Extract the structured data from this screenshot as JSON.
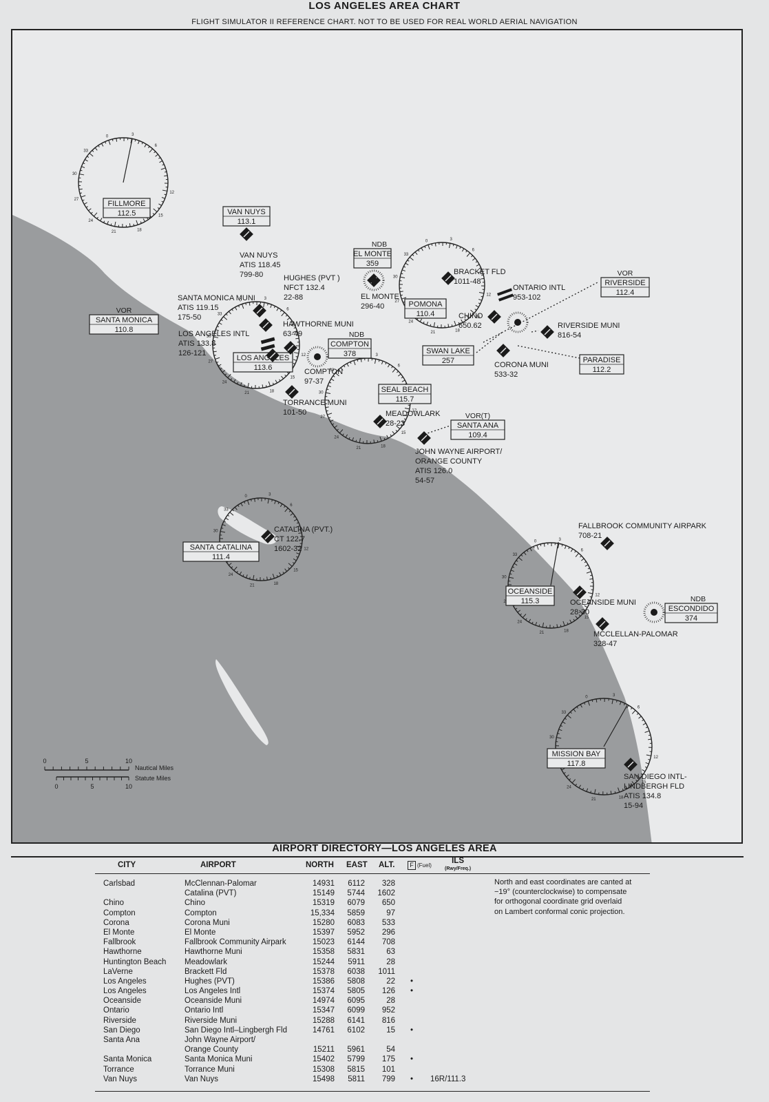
{
  "header": {
    "title": "LOS ANGELES AREA CHART",
    "subtitle": "FLIGHT SIMULATOR II REFERENCE CHART.  NOT TO BE USED FOR REAL WORLD AERIAL NAVIGATION"
  },
  "compass_tick_labels": [
    "33",
    "0",
    "3",
    "6",
    "12",
    "15",
    "18",
    "21",
    "24",
    "27",
    "30"
  ],
  "vor": {
    "fillmore": {
      "name": "FILLMORE",
      "freq": "112.5"
    },
    "van_nuys": {
      "name": "VAN NUYS",
      "freq": "113.1"
    },
    "santa_monica": {
      "tag": "VOR",
      "name": "SANTA MONICA",
      "freq": "110.8"
    },
    "los_angeles": {
      "name": "LOS ANGELES",
      "freq": "113.6"
    },
    "pomona": {
      "name": "POMONA",
      "freq": "110.4"
    },
    "riverside": {
      "tag": "VOR",
      "name": "RIVERSIDE",
      "freq": "112.4"
    },
    "paradise": {
      "name": "PARADISE",
      "freq": "112.2"
    },
    "swan_lake": {
      "name": "SWAN LAKE",
      "freq": "257"
    },
    "seal_beach": {
      "name": "SEAL BEACH",
      "freq": "115.7"
    },
    "santa_ana": {
      "tag": "VOR(T)",
      "name": "SANTA ANA",
      "freq": "109.4"
    },
    "santa_catalina": {
      "name": "SANTA CATALINA",
      "freq": "111.4"
    },
    "oceanside": {
      "name": "OCEANSIDE",
      "freq": "115.3"
    },
    "mission_bay": {
      "name": "MISSION BAY",
      "freq": "117.8"
    }
  },
  "ndb": {
    "el_monte": {
      "tag": "NDB",
      "name": "EL MONTE",
      "freq": "359"
    },
    "compton": {
      "tag": "NDB",
      "name": "COMPTON",
      "freq": "378"
    },
    "escondido": {
      "tag": "NDB",
      "name": "ESCONDIDO",
      "freq": "374"
    }
  },
  "airports": {
    "van_nuys": [
      "VAN NUYS",
      "ATIS 118.45",
      "799-80"
    ],
    "hughes": [
      "HUGHES (PVT )",
      "NFCT 132.4",
      "22-88"
    ],
    "santa_monica": [
      "SANTA MONICA MUNI",
      "ATIS 119.15",
      "175-50"
    ],
    "los_angeles": [
      "LOS ANGELES INTL",
      "ATIS 133.8",
      "126-121"
    ],
    "hawthorne": [
      "HAWTHORNE MUNI",
      "63-49"
    ],
    "compton": [
      "COMPTON",
      "97-37"
    ],
    "torrance": [
      "TORRANCE MUNI",
      "101-50"
    ],
    "el_monte": [
      "EL MONTE",
      "296-40"
    ],
    "bracket": [
      "BRACKET FLD",
      "1011-48"
    ],
    "ontario": [
      "ONTARIO INTL",
      "953-102"
    ],
    "chino": [
      "CHINO",
      "650.62"
    ],
    "riverside": [
      "RIVERSIDE MUNI",
      "816-54"
    ],
    "corona": [
      "CORONA MUNI",
      "533-32"
    ],
    "meadowlark": [
      "MEADOWLARK",
      "28-23"
    ],
    "john_wayne": [
      "JOHN WAYNE AIRPORT/",
      "ORANGE COUNTY",
      "ATIS 126.0",
      "54-57"
    ],
    "catalina": [
      "CATALINA (PVT.)",
      "CT 122.7",
      "1602-32"
    ],
    "fallbrook": [
      "FALLBROOK COMMUNITY AIRPARK",
      "708-21"
    ],
    "oceanside": [
      "OCEANSIDE MUNI",
      "28-30"
    ],
    "mcclellan": [
      "MCCLELLAN-PALOMAR",
      "328-47"
    ],
    "san_diego": [
      "SAN DIEGO INTL-",
      "LINDBERGH FLD",
      "ATIS 134.8",
      "15-94"
    ]
  },
  "scale": {
    "top_ticks": [
      "0",
      "5",
      "10"
    ],
    "bottom_ticks": [
      "0",
      "5",
      "10"
    ],
    "nautical": "Nautical Miles",
    "statute": "Statute Miles"
  },
  "directory": {
    "title": "AIRPORT DIRECTORY—LOS ANGELES AREA",
    "headers": {
      "city": "CITY",
      "airport": "AIRPORT",
      "north": "NORTH",
      "east": "EAST",
      "alt": "ALT.",
      "fuel_box": "F",
      "fuel": "(Fuel)",
      "ils": "ILS",
      "ils_sub": "(Rwy/Freq.)"
    },
    "rows": [
      {
        "city": "Carlsbad",
        "airport": "McClennan-Palomar",
        "north": "14931",
        "east": "6112",
        "alt": "328",
        "fuel": "",
        "ils": ""
      },
      {
        "city": "",
        "airport": "Catalina (PVT)",
        "north": "15149",
        "east": "5744",
        "alt": "1602",
        "fuel": "",
        "ils": ""
      },
      {
        "city": "Chino",
        "airport": "Chino",
        "north": "15319",
        "east": "6079",
        "alt": "650",
        "fuel": "",
        "ils": ""
      },
      {
        "city": "Compton",
        "airport": "Compton",
        "north": "15,334",
        "east": "5859",
        "alt": "97",
        "fuel": "",
        "ils": ""
      },
      {
        "city": "Corona",
        "airport": "Corona Muni",
        "north": "15280",
        "east": "6083",
        "alt": "533",
        "fuel": "",
        "ils": ""
      },
      {
        "city": "El Monte",
        "airport": "El Monte",
        "north": "15397",
        "east": "5952",
        "alt": "296",
        "fuel": "",
        "ils": ""
      },
      {
        "city": "Fallbrook",
        "airport": "Fallbrook Community Airpark",
        "north": "15023",
        "east": "6144",
        "alt": "708",
        "fuel": "",
        "ils": ""
      },
      {
        "city": "Hawthorne",
        "airport": "Hawthorne Muni",
        "north": "15358",
        "east": "5831",
        "alt": "63",
        "fuel": "",
        "ils": ""
      },
      {
        "city": "Huntington Beach",
        "airport": "Meadowlark",
        "north": "15244",
        "east": "5911",
        "alt": "28",
        "fuel": "",
        "ils": ""
      },
      {
        "city": "LaVerne",
        "airport": "Brackett Fld",
        "north": "15378",
        "east": "6038",
        "alt": "1011",
        "fuel": "",
        "ils": ""
      },
      {
        "city": "Los Angeles",
        "airport": "Hughes (PVT)",
        "north": "15386",
        "east": "5808",
        "alt": "22",
        "fuel": "•",
        "ils": ""
      },
      {
        "city": "Los Angeles",
        "airport": "Los Angeles Intl",
        "north": "15374",
        "east": "5805",
        "alt": "126",
        "fuel": "•",
        "ils": ""
      },
      {
        "city": "Oceanside",
        "airport": "Oceanside Muni",
        "north": "14974",
        "east": "6095",
        "alt": "28",
        "fuel": "",
        "ils": ""
      },
      {
        "city": "Ontario",
        "airport": "Ontario Intl",
        "north": "15347",
        "east": "6099",
        "alt": "952",
        "fuel": "",
        "ils": ""
      },
      {
        "city": "Riverside",
        "airport": "Riverside Muni",
        "north": "15288",
        "east": "6141",
        "alt": "816",
        "fuel": "",
        "ils": ""
      },
      {
        "city": "San Diego",
        "airport": "San Diego Intl–Lingbergh Fld",
        "north": "14761",
        "east": "6102",
        "alt": "15",
        "fuel": "•",
        "ils": ""
      },
      {
        "city": "Santa Ana",
        "airport": "John Wayne Airport/",
        "north": "",
        "east": "",
        "alt": "",
        "fuel": "",
        "ils": ""
      },
      {
        "city": "",
        "airport": "Orange County",
        "north": "15211",
        "east": "5961",
        "alt": "54",
        "fuel": "",
        "ils": ""
      },
      {
        "city": "Santa Monica",
        "airport": "Santa Monica Muni",
        "north": "15402",
        "east": "5799",
        "alt": "175",
        "fuel": "•",
        "ils": ""
      },
      {
        "city": "Torrance",
        "airport": "Torrance Muni",
        "north": "15308",
        "east": "5815",
        "alt": "101",
        "fuel": "",
        "ils": ""
      },
      {
        "city": "Van Nuys",
        "airport": "Van Nuys",
        "north": "15498",
        "east": "5811",
        "alt": "799",
        "fuel": "•",
        "ils": "16R/111.3"
      }
    ],
    "note": [
      "North and east coordinates are canted at",
      "−19° (counterclockwise) to compensate",
      "for orthogonal coordinate grid overlaid",
      "on Lambert conformal conic projection."
    ]
  }
}
